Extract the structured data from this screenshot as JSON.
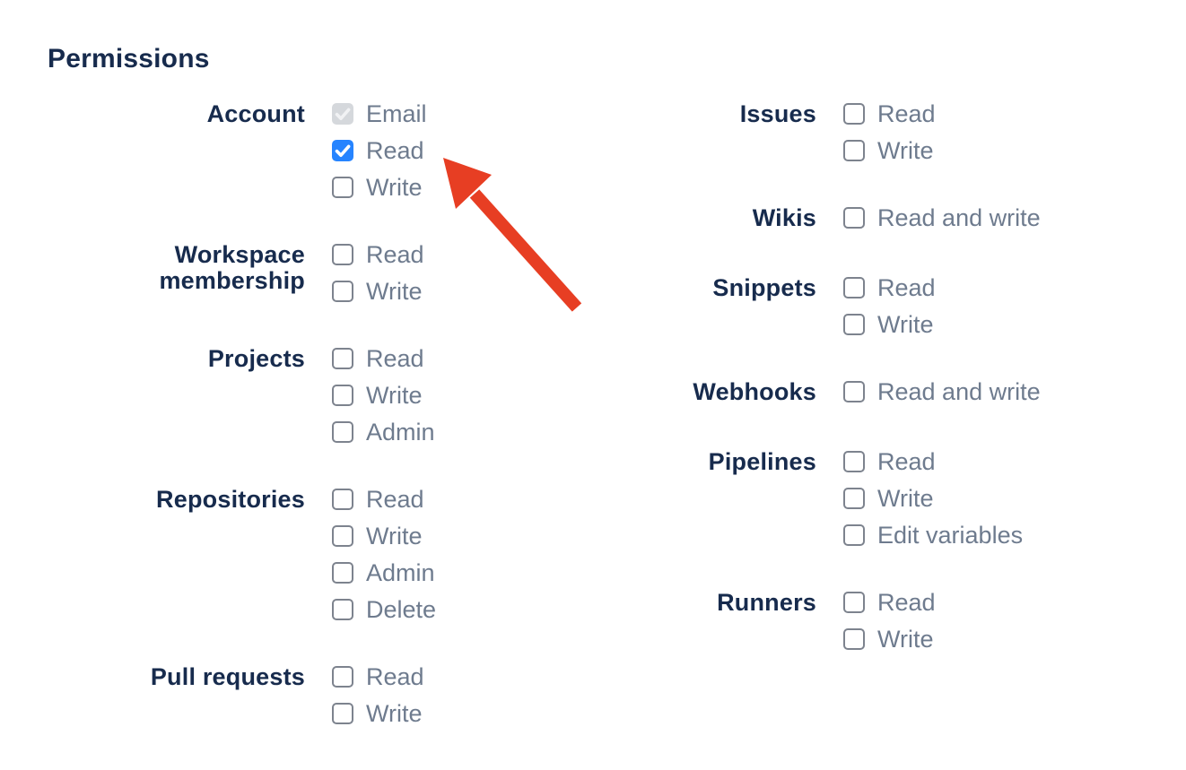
{
  "title": "Permissions",
  "columns": [
    {
      "groups": [
        {
          "label": "Account",
          "options": [
            {
              "label": "Email",
              "state": "disabled-checked"
            },
            {
              "label": "Read",
              "state": "checked"
            },
            {
              "label": "Write",
              "state": "unchecked"
            }
          ]
        },
        {
          "label": "Workspace membership",
          "options": [
            {
              "label": "Read",
              "state": "unchecked"
            },
            {
              "label": "Write",
              "state": "unchecked"
            }
          ]
        },
        {
          "label": "Projects",
          "options": [
            {
              "label": "Read",
              "state": "unchecked"
            },
            {
              "label": "Write",
              "state": "unchecked"
            },
            {
              "label": "Admin",
              "state": "unchecked"
            }
          ]
        },
        {
          "label": "Repositories",
          "options": [
            {
              "label": "Read",
              "state": "unchecked"
            },
            {
              "label": "Write",
              "state": "unchecked"
            },
            {
              "label": "Admin",
              "state": "unchecked"
            },
            {
              "label": "Delete",
              "state": "unchecked"
            }
          ]
        },
        {
          "label": "Pull requests",
          "options": [
            {
              "label": "Read",
              "state": "unchecked"
            },
            {
              "label": "Write",
              "state": "unchecked"
            }
          ]
        }
      ]
    },
    {
      "groups": [
        {
          "label": "Issues",
          "options": [
            {
              "label": "Read",
              "state": "unchecked"
            },
            {
              "label": "Write",
              "state": "unchecked"
            }
          ]
        },
        {
          "label": "Wikis",
          "options": [
            {
              "label": "Read and write",
              "state": "unchecked"
            }
          ]
        },
        {
          "label": "Snippets",
          "options": [
            {
              "label": "Read",
              "state": "unchecked"
            },
            {
              "label": "Write",
              "state": "unchecked"
            }
          ]
        },
        {
          "label": "Webhooks",
          "options": [
            {
              "label": "Read and write",
              "state": "unchecked"
            }
          ]
        },
        {
          "label": "Pipelines",
          "options": [
            {
              "label": "Read",
              "state": "unchecked"
            },
            {
              "label": "Write",
              "state": "unchecked"
            },
            {
              "label": "Edit variables",
              "state": "unchecked"
            }
          ]
        },
        {
          "label": "Runners",
          "options": [
            {
              "label": "Read",
              "state": "unchecked"
            },
            {
              "label": "Write",
              "state": "unchecked"
            }
          ]
        }
      ]
    }
  ],
  "annotation": {
    "type": "arrow",
    "color": "#E73E23",
    "points_at": "Account Read checkbox"
  },
  "colors": {
    "background": "#FFFFFF",
    "heading_text": "#172B4D",
    "group_label_text": "#172B4D",
    "option_label_text": "#6E7B8E",
    "checkbox_border": "#7D838E",
    "checkbox_checked_bg": "#2684FF",
    "checkmark": "#FFFFFF",
    "checkbox_disabled_bg": "#D5D8DC",
    "disabled_checkmark": "#F1F2F4"
  }
}
